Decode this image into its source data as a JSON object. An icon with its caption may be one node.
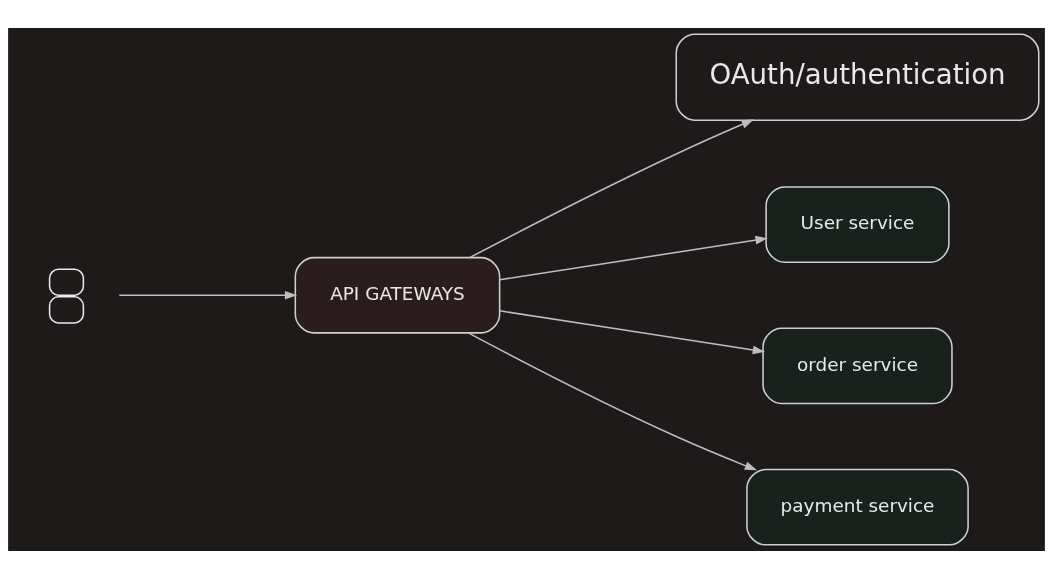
{
  "diagram": {
    "nodes": [
      {
        "text": [
          "OAuth/authentication"
        ]
      },
      {
        "text": [],
        "shape": "person"
      },
      {
        "text": [
          "API GATEWAYS"
        ]
      },
      {
        "text": [
          "User service"
        ]
      },
      {
        "text": [
          "order service"
        ]
      },
      {
        "text": [
          "payment service"
        ]
      }
    ],
    "edges": [
      {
        "from": 1,
        "to": 2,
        "arrow": "to"
      },
      {
        "from": 2,
        "to": 0,
        "arrow": "to"
      },
      {
        "from": 2,
        "to": 3,
        "arrow": "to"
      },
      {
        "from": 2,
        "to": 4,
        "arrow": "to"
      },
      {
        "from": 2,
        "to": 5,
        "arrow": "to"
      }
    ]
  }
}
